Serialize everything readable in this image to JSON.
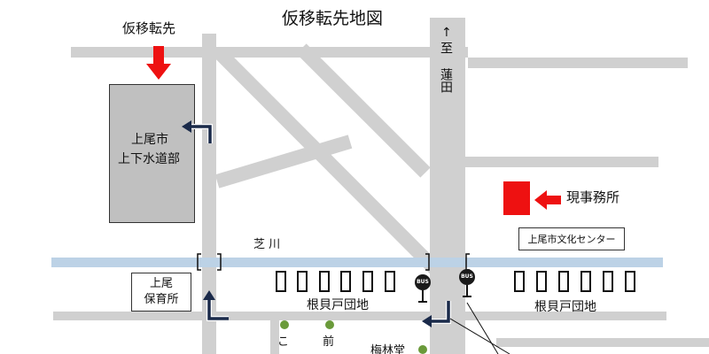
{
  "map": {
    "title": "仮移転先地図",
    "temp_office_label": "仮移転先",
    "sewer_dept": {
      "line1": "上尾市",
      "line2": "上下水道部"
    },
    "current_office_label": "現事務所",
    "culture_center": "上尾市文化センター",
    "river_name": "芝 川",
    "direction": {
      "arrow": "↑",
      "text": "至 蓮田"
    },
    "nursery": {
      "line1": "上尾",
      "line2": "保育所"
    },
    "housing_name_left": "根貝戸団地",
    "housing_name_right": "根貝戸団地",
    "partial_label_1": "こ",
    "partial_label_2": "前",
    "partial_label_3": "梅林堂",
    "bus_stop_text": "BUS",
    "colors": {
      "marker_red": "#ee1111",
      "building_gray": "#c0c0c0",
      "road": "#d0d0d0",
      "river": "#bcd2e6",
      "arrow_navy": "#1a2a4a",
      "tree_green": "#6a9a3a"
    }
  }
}
